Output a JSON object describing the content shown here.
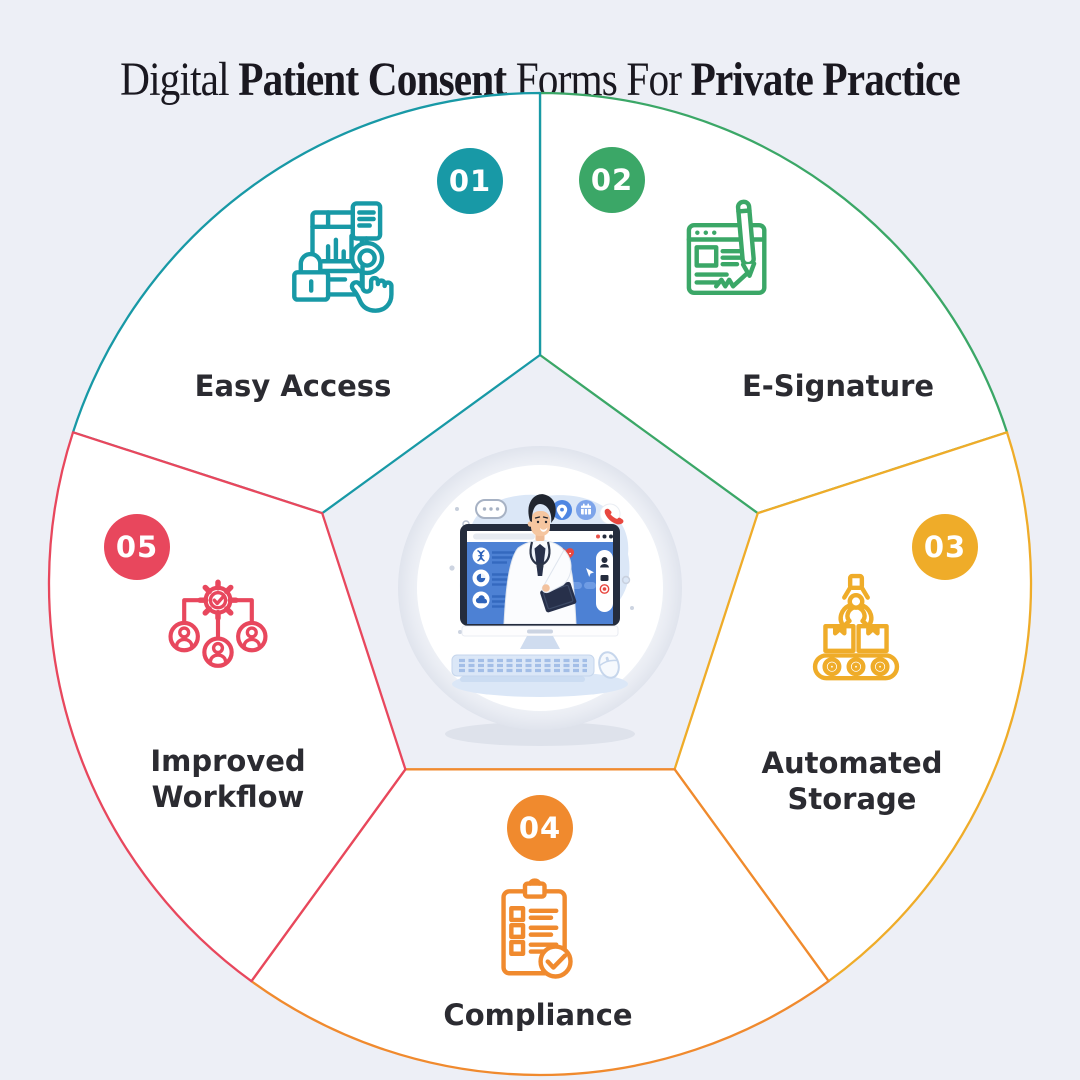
{
  "title": {
    "part1": "Digital ",
    "part2": "Patient Consent",
    "part3": " Forms For ",
    "part4": "Private Practice"
  },
  "segments": [
    {
      "number": "01",
      "label": "Easy Access",
      "color": "#1899A6",
      "icon": "secure-document-access-icon"
    },
    {
      "number": "02",
      "label": "E-Signature",
      "color": "#3BA767",
      "icon": "e-signature-pen-icon"
    },
    {
      "number": "03",
      "label": "Automated Storage",
      "color": "#EFAC29",
      "icon": "automated-conveyor-storage-icon"
    },
    {
      "number": "04",
      "label": "Compliance",
      "color": "#F08A2E",
      "icon": "compliance-checklist-icon"
    },
    {
      "number": "05",
      "label": "Improved Workflow",
      "color": "#E8475D",
      "icon": "workflow-gear-team-icon"
    }
  ],
  "center": {
    "illustration": "doctor-telehealth-computer-illustration"
  },
  "background_color": "#EDEFF6",
  "text_color": "#2B2B31",
  "title_color": "#1A1820"
}
